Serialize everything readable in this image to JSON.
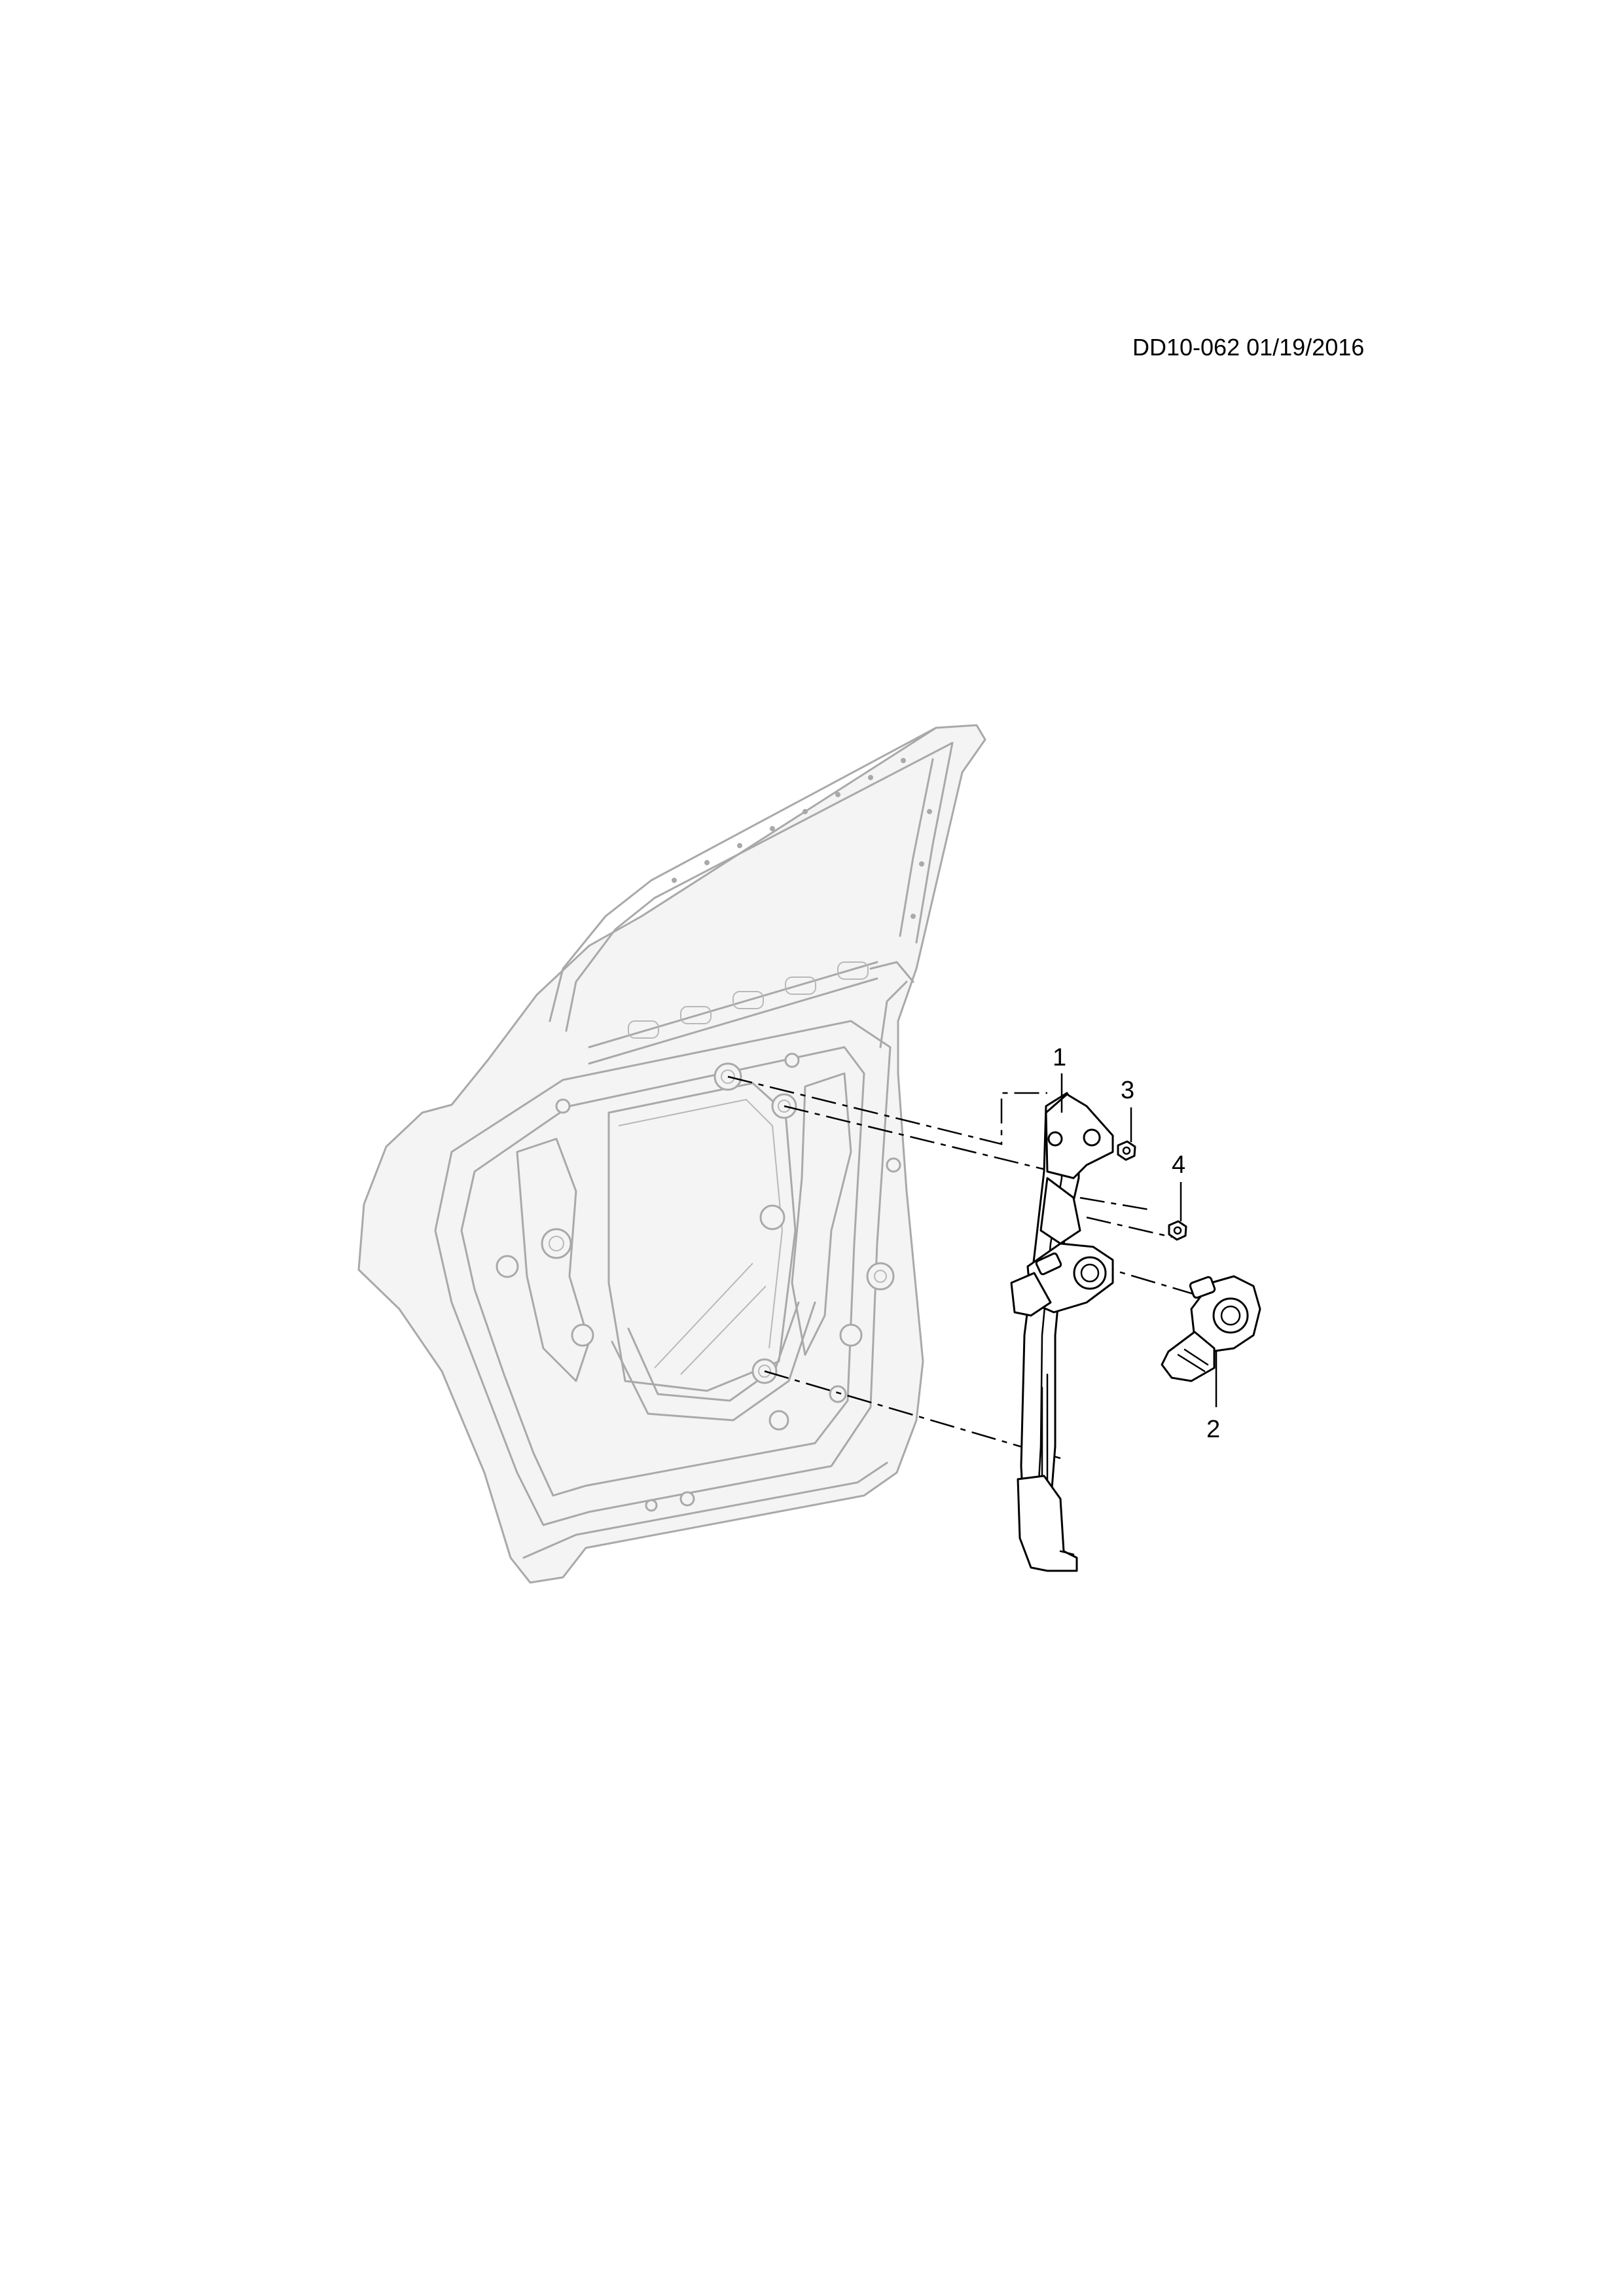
{
  "drawing_code": "DD10-062 01/19/2016",
  "callouts": {
    "c1": "1",
    "c2": "2",
    "c3": "3",
    "c4": "4"
  },
  "colors": {
    "door_outline": "#a9a9a9",
    "parts": "#000000",
    "background": "#ffffff"
  }
}
